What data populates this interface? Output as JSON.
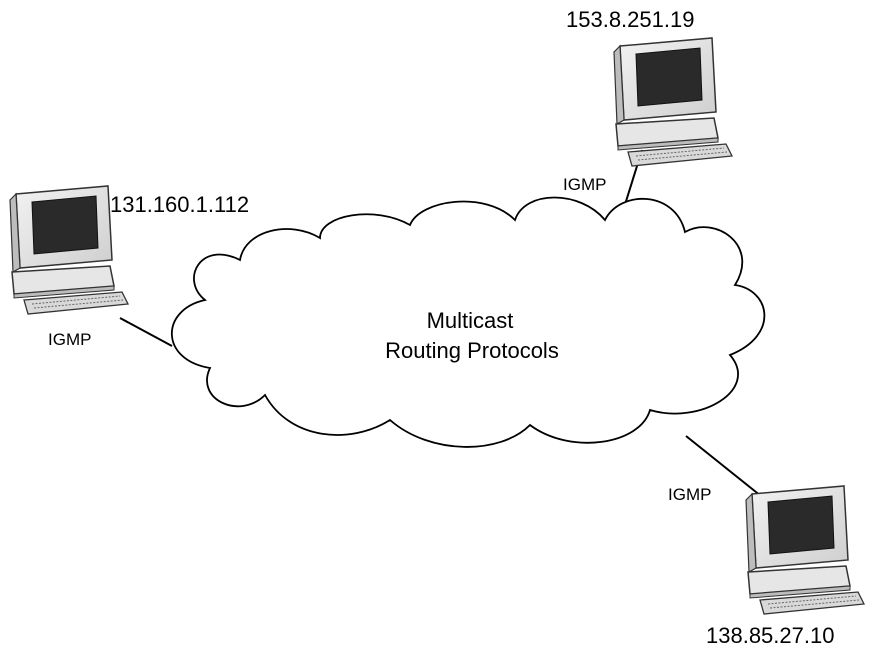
{
  "cloud": {
    "line1": "Multicast",
    "line2": "Routing Protocols"
  },
  "hosts": [
    {
      "ip": "131.160.1.112",
      "link_label": "IGMP",
      "icon": "desktop-computer-icon"
    },
    {
      "ip": "153.8.251.19",
      "link_label": "IGMP",
      "icon": "desktop-computer-icon"
    },
    {
      "ip": "138.85.27.10",
      "link_label": "IGMP",
      "icon": "desktop-computer-icon"
    }
  ]
}
